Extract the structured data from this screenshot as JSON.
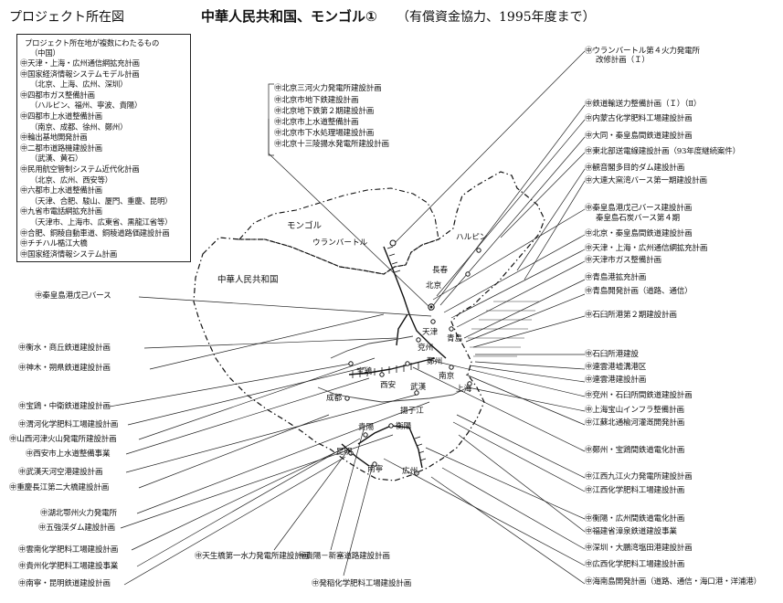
{
  "header": {
    "left_title": "プロジェクト所在図",
    "main_title": "中華人民共和国、モンゴル①",
    "subtitle": "（有償資金協力、1995年度まで）"
  },
  "legend": {
    "title": "プロジェクト所在地が複数にわたるもの",
    "country": "（中国）",
    "lines": [
      "㊥天津・上海・広州通信網拡充計画",
      "㊥国家経済情報システムモデル計画",
      "（北京、上海、広州、深圳）",
      "㊥四都市ガス整備計画",
      "（ハルピン、福州、寧波、貴陽）",
      "㊥四都市上水道整備計画",
      "（南京、成都、徐州、鄭州）",
      "㊥輪出基地開発計画",
      "㊥二都市道路機建設計画",
      "（武漢、黄石）",
      "㊥民用航空管制システム近代化計画",
      "（北京、広州、西安等）",
      "㊥六都市上水道整備計画",
      "（天津、合肥、駿山、厦門、重慶、昆明）",
      "㊥九省市電話網拡充計画",
      "（天津市、上海市、広東省、黒龍江省等）",
      "㊥合肥、銅稜自動車道、銅稜道路価建設計画",
      "㊥チチハル楯江大橋",
      "㊥国家経済情報システム計画"
    ]
  },
  "beijing_group": [
    "㊥北京三河火力発電所建設計画",
    "㊥北京市地下鉄建設計画",
    "㊥北京地下鉄第２期建設計画",
    "㊥北京市上水道整備計画",
    "㊥北京市下水処理場建設計画",
    "㊥北京十三陵揚水発電所建設計画"
  ],
  "regions": {
    "mongolia": "モンゴル",
    "china": "中華人民共和国"
  },
  "cities": {
    "ulaanbaatar": "ウランバートル",
    "harbin": "ハルピン",
    "changchun": "長春",
    "beijing": "北京",
    "tianjin": "天津",
    "qingdao": "青島",
    "yanzhou": "兗州",
    "zhengzhou": "鄭州",
    "nanjing": "南京",
    "shanghai": "上海",
    "baoji": "宝鶏",
    "xian": "西安",
    "wuhan": "武漢",
    "chengdu": "成都",
    "yangzijiang": "揚子江",
    "guiyang": "貴陽",
    "hengyang": "衡陽",
    "kunming": "昆明",
    "nanning": "南寧",
    "guangzhou": "広州"
  },
  "right_labels": [
    "㊥ウランバートル第４火力発電所",
    "改修計画（Ｉ）",
    "㊥鉄道輸送力整備計画（Ｉ）（Ⅱ）",
    "㊥内蒙古化学肥料工場建設計画",
    "㊥大同・秦皇島間鉄道建設計画",
    "㊥東北部送電線建設計画（93年度継続案件）",
    "㊥観音閣多目的ダム建設計画",
    "㊥大連大窯湾バース第一期建設計画",
    "㊥秦皇島港戊己バース建設計画",
    "秦皇島石炭バース第４期",
    "㊥北京・秦皇島間鉄道建設計画",
    "㊥天津・上海・広州通信網拡充計画",
    "㊥天津市ガス整備計画",
    "㊥青島港拡充計画",
    "㊥青島開発計画（道路、通信）",
    "㊥石臼所港第２期建設計画",
    "㊥石臼所港建設",
    "㊥連雲港墟溝港区",
    "㊥連雲港建設計画",
    "㊥兗州・石臼所間鉄道建設計画",
    "㊥上海宝山インフラ整備計画",
    "㊥江蘇北通楡河灌漑開発計画",
    "㊥鄭州・宝鶏間鉄道電化計画",
    "㊥江西九江火力発電所建設計画",
    "㊥江西化学肥料工場建設計画",
    "㊥衡陽・広州間鉄道電化計画",
    "㊥福建省漳泉鉄道建設事業",
    "㊥深圳・大鵬湾塩田港建設計画",
    "㊥広西化学肥料工場建設計画",
    "㊥海南島開発計画（道路、通信・海口港・洋浦港）"
  ],
  "left_labels": [
    "㊥秦皇島港戊己バース",
    "㊥衡水・商丘鉄道建設計画",
    "㊥神木・朔県鉄道建設計画",
    "㊥宝鶏・中衛鉄道建設計画",
    "㊥渭河化学肥料工場建設計画",
    "㊥山西河津火山発電所建設計画",
    "㊥西安市上水道整備事業",
    "㊥武漢天河空港建設計画",
    "㊥重慶長江第二大橋建設計画",
    "㊥湖北鄂州火力発電所",
    "㊥五強渓ダム建設計画",
    "㊥雲南化学肥料工場建設計画",
    "㊥貴州化学肥料工場建設事業",
    "㊥南寧・昆明鉄道建設計画"
  ],
  "bottom_labels": [
    "㊥天生橋第一水力発電所建設計画",
    "㊥貴陽－新塞道路建設計画",
    "㊥発稲化学肥料工場建設計画"
  ]
}
